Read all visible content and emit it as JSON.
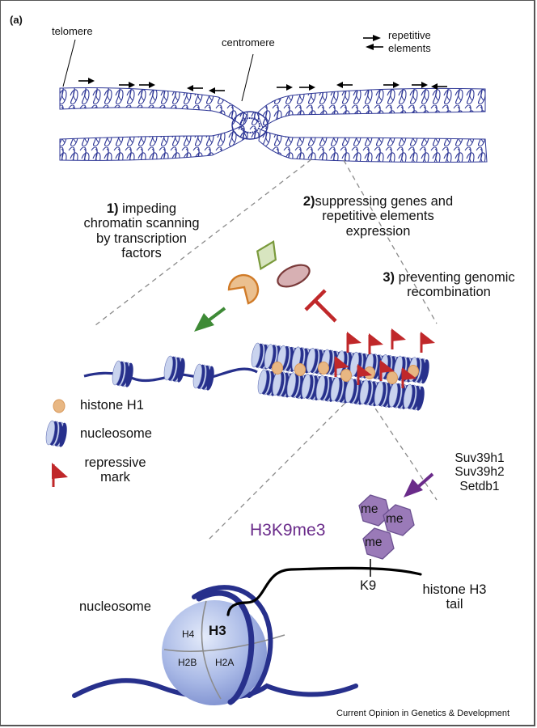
{
  "panel_label": "(a)",
  "chromosome": {
    "telomere_label": "telomere",
    "centromere_label": "centromere",
    "repetitive_legend": [
      "repetitive",
      "elements"
    ],
    "top_arrows": [
      "right",
      "right",
      "right",
      "left",
      "left",
      "right",
      "right",
      "left",
      "right",
      "right",
      "left"
    ]
  },
  "functions": [
    {
      "number": "1)",
      "lines": [
        "impeding",
        "chromatin scanning",
        "by transcription",
        "factors"
      ]
    },
    {
      "number": "2)",
      "lines": [
        "suppressing genes and",
        "repetitive elements",
        "expression"
      ]
    },
    {
      "number": "3)",
      "lines": [
        "preventing genomic",
        "recombination"
      ]
    }
  ],
  "legend": {
    "histone_h1": "histone H1",
    "nucleosome": "nucleosome",
    "repressive_mark": [
      "repressive",
      "mark"
    ]
  },
  "enzymes": [
    "Suv39h1",
    "Suv39h2",
    "Setdb1"
  ],
  "modification": {
    "label": "H3K9me3",
    "methyl_groups": [
      "me",
      "me",
      "me"
    ],
    "residue": "K9"
  },
  "nucleosome_detail": {
    "label": "nucleosome",
    "histones": {
      "h3": "H3",
      "h4": "H4",
      "h2b": "H2B",
      "h2a": "H2A"
    },
    "tail_label": [
      "histone H3",
      "tail"
    ]
  },
  "colors": {
    "dna_blue": "#27308c",
    "nucleosome_fill": "#c9d3ee",
    "h1_orange": "#e8b783",
    "mark_red": "#c0282a",
    "tf_green": "#3e8a36",
    "me_purple": "#9a7ab8",
    "label_purple": "#6a2b8a"
  },
  "credit": "Current Opinion in Genetics & Development"
}
